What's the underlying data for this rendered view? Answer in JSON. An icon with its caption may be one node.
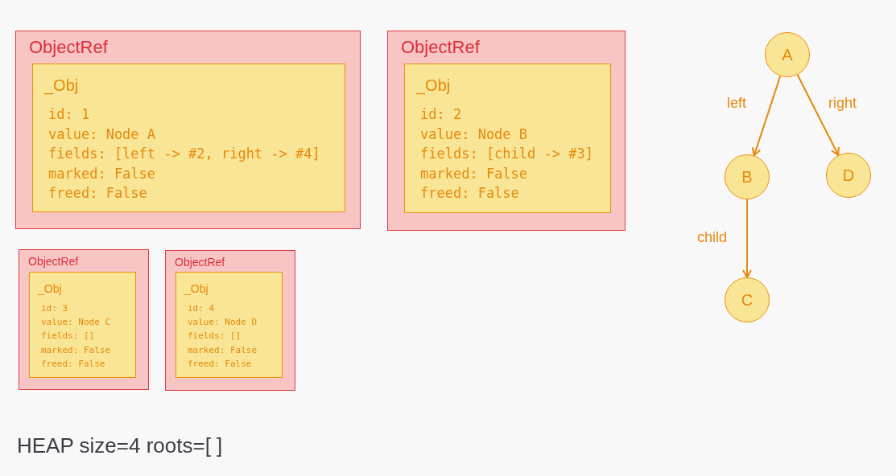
{
  "diagram": {
    "nodes": [
      {
        "text": [
          "ObjectRef"
        ]
      },
      {
        "text": [
          "_Obj",
          "id: 1",
          "value: Node A",
          "fields: [left -> #2, right -> #4]",
          "marked: False",
          "freed: False"
        ],
        "in": 0
      },
      {
        "text": [
          "ObjectRef"
        ]
      },
      {
        "text": [
          "_Obj",
          "id: 2",
          "value: Node B",
          "fields: [child -> #3]",
          "marked: False",
          "freed: False"
        ],
        "in": 2
      },
      {
        "text": [
          "ObjectRef"
        ]
      },
      {
        "text": [
          "_Obj",
          "id: 3",
          "value: Node C",
          "fields: []",
          "marked: False",
          "freed: False"
        ],
        "in": 4
      },
      {
        "text": [
          "ObjectRef"
        ]
      },
      {
        "text": [
          "_Obj",
          "id: 4",
          "value: Node D",
          "fields: []",
          "marked: False",
          "freed: False"
        ],
        "in": 6
      },
      {
        "text": [
          "A"
        ]
      },
      {
        "text": [
          "B"
        ]
      },
      {
        "text": [
          "D"
        ]
      },
      {
        "text": [
          "C"
        ]
      }
    ],
    "edges": [
      {
        "from": 8,
        "to": 9,
        "arrow": "to",
        "label": "left"
      },
      {
        "from": 8,
        "to": 10,
        "arrow": "to",
        "label": "right"
      },
      {
        "from": 9,
        "to": 11,
        "arrow": "to",
        "label": "child"
      }
    ],
    "labels": [
      "HEAP size=4 roots=[ ]"
    ]
  }
}
